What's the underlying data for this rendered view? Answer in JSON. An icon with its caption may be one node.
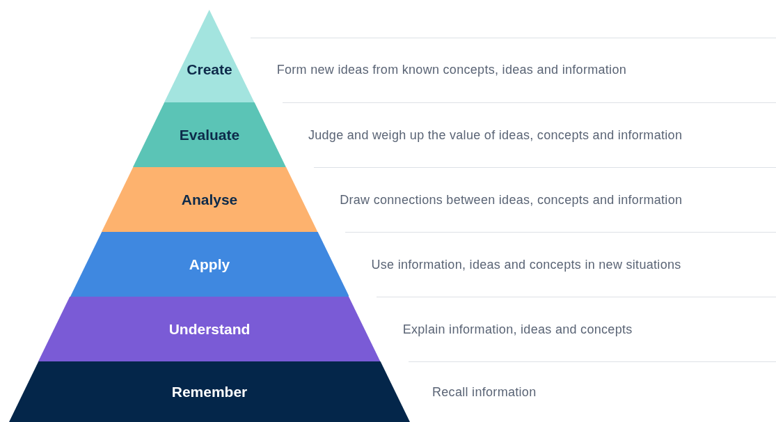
{
  "diagram": {
    "nodes": [
      {
        "text": [
          "Create"
        ],
        "beside": [
          "Form new ideas from known concepts, ideas and information"
        ]
      },
      {
        "text": [
          "Evaluate"
        ],
        "beside": [
          "Judge and weigh up the value of ideas, concepts and information"
        ]
      },
      {
        "text": [
          "Analyse"
        ],
        "beside": [
          "Draw connections between ideas, concepts and information"
        ]
      },
      {
        "text": [
          "Apply"
        ],
        "beside": [
          "Use information, ideas and concepts in new situations"
        ]
      },
      {
        "text": [
          "Understand"
        ],
        "beside": [
          "Explain information, ideas and concepts"
        ]
      },
      {
        "text": [
          "Remember"
        ],
        "beside": [
          "Recall information"
        ]
      }
    ]
  }
}
